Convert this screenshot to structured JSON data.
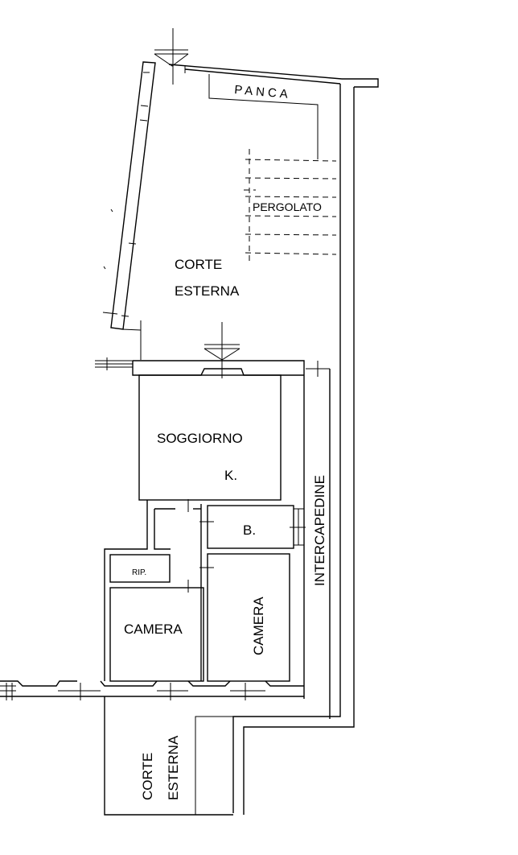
{
  "labels": {
    "panca": "PANCA",
    "pergolato": "PERGOLATO",
    "corte_top": "CORTE",
    "esterna_top": "ESTERNA",
    "soggiorno": "SOGGIORNO",
    "kitchen": "K.",
    "bath": "B.",
    "storage": "RIP.",
    "camera_left": "CAMERA",
    "camera_right": "CAMERA",
    "intercapedine": "INTERCAPEDINE",
    "corte_bottom": "CORTE",
    "esterna_bottom": "ESTERNA"
  }
}
